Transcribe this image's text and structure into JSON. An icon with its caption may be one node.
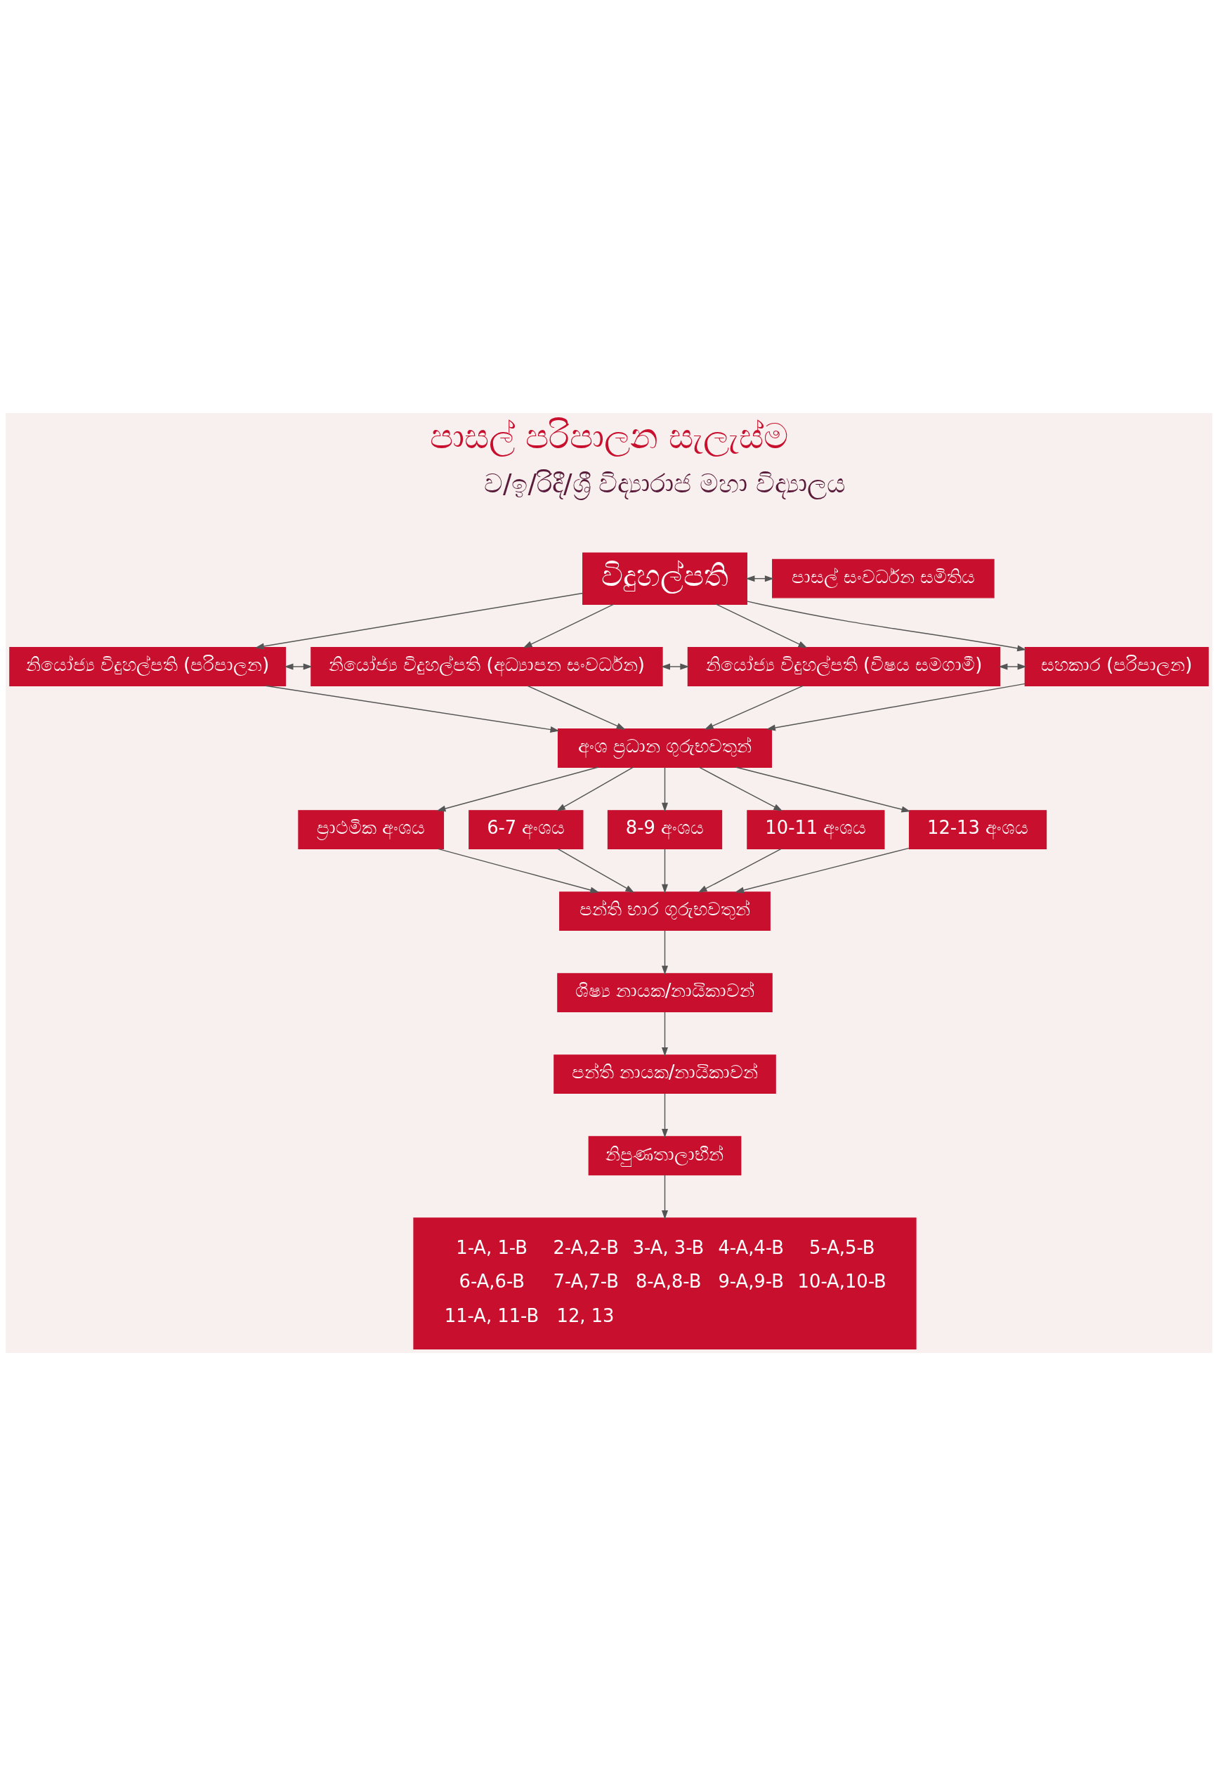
{
  "diagram": {
    "title": "පාසල් පරිපාලන සැලැස්ම",
    "nodes": [
      {
        "text": [
          "විදුහල්පති"
        ]
      },
      {
        "text": [
          "පාසල් සංවර්ධන සමිතිය"
        ]
      },
      {
        "text": [
          "නියෝජ්‍ය විදුහල්පති (පරිපාලන)"
        ]
      },
      {
        "text": [
          "නියෝජ්‍ය විදුහල්පති (අධ්‍යාපන සංවර්ධන)"
        ]
      },
      {
        "text": [
          "නියෝජ්‍ය විදුහල්පති (විෂය සමගාමී)"
        ]
      },
      {
        "text": [
          "සහකාර (පරිපාලන)"
        ]
      },
      {
        "text": [
          "අංශ ප්‍රධාන ගුරුභවතුන්"
        ]
      },
      {
        "text": [
          "ප්‍රාථමික අංශය"
        ]
      },
      {
        "text": [
          "6-7 අංශය"
        ]
      },
      {
        "text": [
          "8-9 අංශය"
        ]
      },
      {
        "text": [
          "10-11 අංශය"
        ]
      },
      {
        "text": [
          "12-13 අංශය"
        ]
      },
      {
        "text": [
          "පන්ති භාර ගුරුභවතුන්"
        ]
      },
      {
        "text": [
          "ශිෂ්‍ය නායක/නායිකාවන්"
        ]
      },
      {
        "text": [
          "පන්ති නායක/නායිකාවන්"
        ]
      },
      {
        "text": [
          "නිපුණතාලාභීන්"
        ]
      },
      {
        "text": [
          "1-A, 1-B",
          "2-A,2-B",
          "3-A, 3-B",
          "4-A,4-B",
          "5-A,5-B",
          "6-A,6-B",
          "7-A,7-B",
          "8-A,8-B",
          "9-A,9-B",
          "10-A,10-B",
          "11-A, 11-B",
          "12, 13"
        ]
      }
    ],
    "edges": [
      {
        "from": 0,
        "to": 1,
        "arrow": "both"
      },
      {
        "from": 0,
        "to": 2,
        "arrow": "to"
      },
      {
        "from": 0,
        "to": 3,
        "arrow": "to"
      },
      {
        "from": 0,
        "to": 4,
        "arrow": "to"
      },
      {
        "from": 0,
        "to": 5,
        "arrow": "to"
      },
      {
        "from": 2,
        "to": 3,
        "arrow": "both"
      },
      {
        "from": 3,
        "to": 4,
        "arrow": "both"
      },
      {
        "from": 4,
        "to": 5,
        "arrow": "both"
      },
      {
        "from": 2,
        "to": 6,
        "arrow": "to"
      },
      {
        "from": 3,
        "to": 6,
        "arrow": "to"
      },
      {
        "from": 4,
        "to": 6,
        "arrow": "to"
      },
      {
        "from": 5,
        "to": 6,
        "arrow": "to"
      },
      {
        "from": 6,
        "to": 7,
        "arrow": "to"
      },
      {
        "from": 6,
        "to": 8,
        "arrow": "to"
      },
      {
        "from": 6,
        "to": 9,
        "arrow": "to"
      },
      {
        "from": 6,
        "to": 10,
        "arrow": "to"
      },
      {
        "from": 6,
        "to": 11,
        "arrow": "to"
      },
      {
        "from": 7,
        "to": 12,
        "arrow": "to"
      },
      {
        "from": 8,
        "to": 12,
        "arrow": "to"
      },
      {
        "from": 9,
        "to": 12,
        "arrow": "to"
      },
      {
        "from": 10,
        "to": 12,
        "arrow": "to"
      },
      {
        "from": 11,
        "to": 12,
        "arrow": "to"
      },
      {
        "from": 12,
        "to": 13,
        "arrow": "to"
      },
      {
        "from": 13,
        "to": 14,
        "arrow": "to"
      },
      {
        "from": 14,
        "to": 15,
        "arrow": "to"
      },
      {
        "from": 15,
        "to": 16,
        "arrow": "to"
      }
    ],
    "labels": [
      "ව/ඉ/රිදී/ශ්‍රී විද්‍යාරාජ මහා විද්‍යාලය"
    ]
  }
}
